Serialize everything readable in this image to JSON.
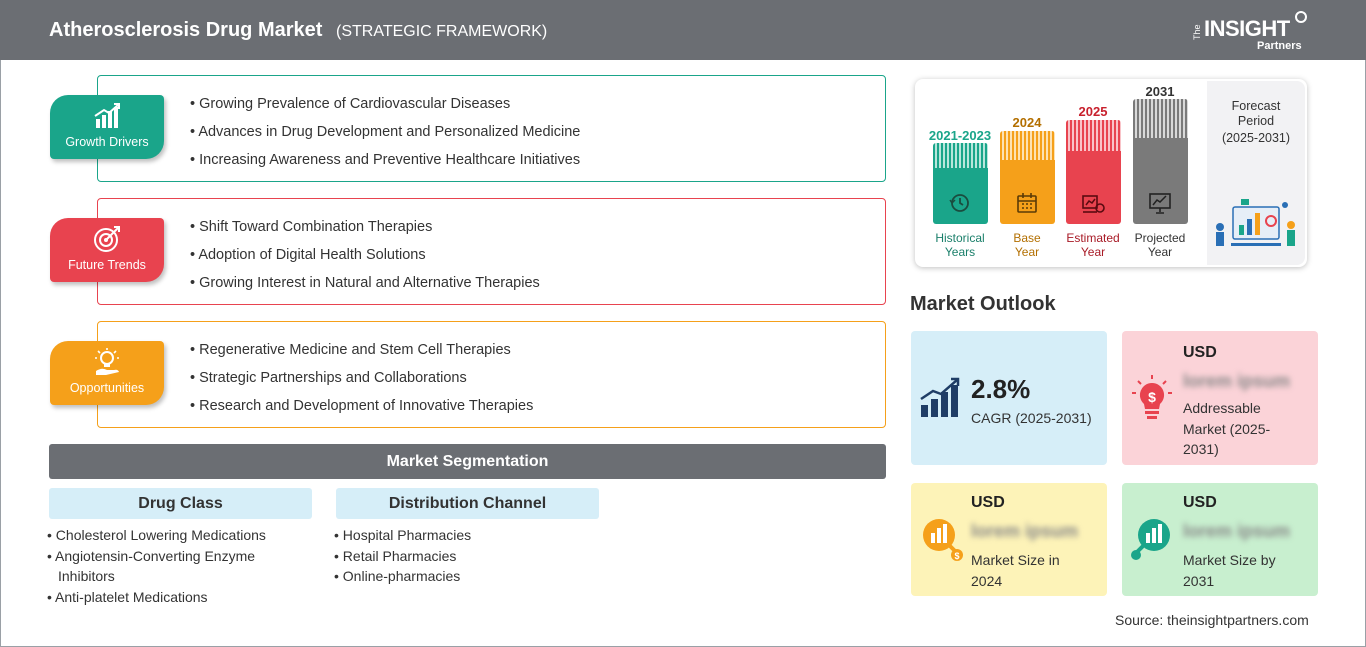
{
  "header": {
    "title": "Atherosclerosis Drug Market",
    "subtitle": "(STRATEGIC FRAMEWORK)",
    "logo_the": "The",
    "logo_insight": "INSIGHT",
    "logo_partners": "Partners"
  },
  "framework": {
    "growth_drivers": {
      "label": "Growth Drivers",
      "color": "#1aa58a",
      "items": [
        "Growing Prevalence of Cardiovascular Diseases",
        "Advances in Drug Development and Personalized Medicine",
        "Increasing Awareness and Preventive Healthcare Initiatives"
      ]
    },
    "future_trends": {
      "label": "Future Trends",
      "color": "#e8434f",
      "items": [
        "Shift Toward Combination Therapies",
        "Adoption of Digital Health Solutions",
        "Growing Interest in Natural and Alternative Therapies"
      ]
    },
    "opportunities": {
      "label": "Opportunities",
      "color": "#f5a01a",
      "items": [
        "Regenerative Medicine and Stem Cell Therapies",
        "Strategic Partnerships and Collaborations",
        "Research and Development of Innovative Therapies"
      ]
    }
  },
  "segmentation": {
    "title": "Market Segmentation",
    "drug_class": {
      "title": "Drug Class",
      "items": [
        "Cholesterol Lowering Medications",
        "Angiotensin-Converting Enzyme Inhibitors",
        "Anti-platelet Medications"
      ]
    },
    "distribution_channel": {
      "title": "Distribution Channel",
      "items": [
        "Hospital Pharmacies",
        "Retail Pharmacies",
        "Online-pharmacies"
      ]
    }
  },
  "timeline": {
    "historical": {
      "year": "2021-2023",
      "label": "Historical Years",
      "color": "#1aa58a"
    },
    "base": {
      "year": "2024",
      "label": "Base Year",
      "color": "#f5a01a"
    },
    "estimated": {
      "year": "2025",
      "label": "Estimated Year",
      "color": "#e8434f"
    },
    "projected": {
      "year": "2031",
      "label": "Projected Year",
      "color": "#7a7a7a"
    },
    "forecast": {
      "title": "Forecast Period",
      "range": "(2025-2031)"
    }
  },
  "outlook": {
    "title": "Market Outlook",
    "cagr": {
      "value": "2.8%",
      "label": "CAGR (2025-2031)",
      "bg": "#d6eef8"
    },
    "addressable": {
      "currency": "USD",
      "value": "lorem ipsum",
      "label": "Addressable Market (2025-2031)",
      "bg": "#fbd3d8"
    },
    "size_2024": {
      "currency": "USD",
      "value": "lorem ipsum",
      "label": "Market Size in 2024",
      "bg": "#fdf3b8"
    },
    "size_2031": {
      "currency": "USD",
      "value": "lorem ipsum",
      "label": "Market Size by 2031",
      "bg": "#c8efcf"
    }
  },
  "source": "Source: theinsightpartners.com"
}
